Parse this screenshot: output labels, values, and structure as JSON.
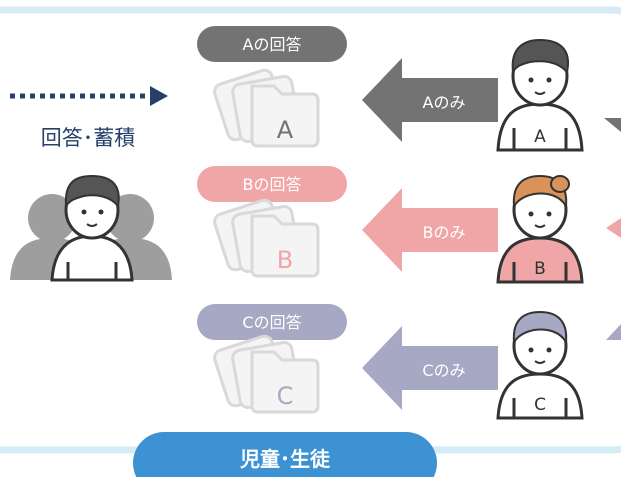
{
  "colors": {
    "frame": "#d5ebf6",
    "accent_a": "#737373",
    "accent_b": "#f0a6a6",
    "accent_c": "#a7a9c4",
    "footer": "#3d92d3",
    "text_dark": "#27406b",
    "folder_fill": "#f4f4f4",
    "folder_stroke": "#d9d9d9"
  },
  "accumulate_label": "回答･蓄積",
  "footer_label": "児童･生徒",
  "rows": [
    {
      "id": "a",
      "pill_label": "Aの回答",
      "folder_letter": "A",
      "arrow_label": "Aのみ",
      "student_letter": "A"
    },
    {
      "id": "b",
      "pill_label": "Bの回答",
      "folder_letter": "B",
      "arrow_label": "Bのみ",
      "student_letter": "B"
    },
    {
      "id": "c",
      "pill_label": "Cの回答",
      "folder_letter": "C",
      "arrow_label": "Cのみ",
      "student_letter": "C"
    }
  ],
  "icons": {
    "dotted_arrow": "dotted-right-arrow-icon",
    "teacher_group": "teacher-with-group-icon",
    "folder": "folder-stack-icon",
    "student": "student-person-icon"
  }
}
